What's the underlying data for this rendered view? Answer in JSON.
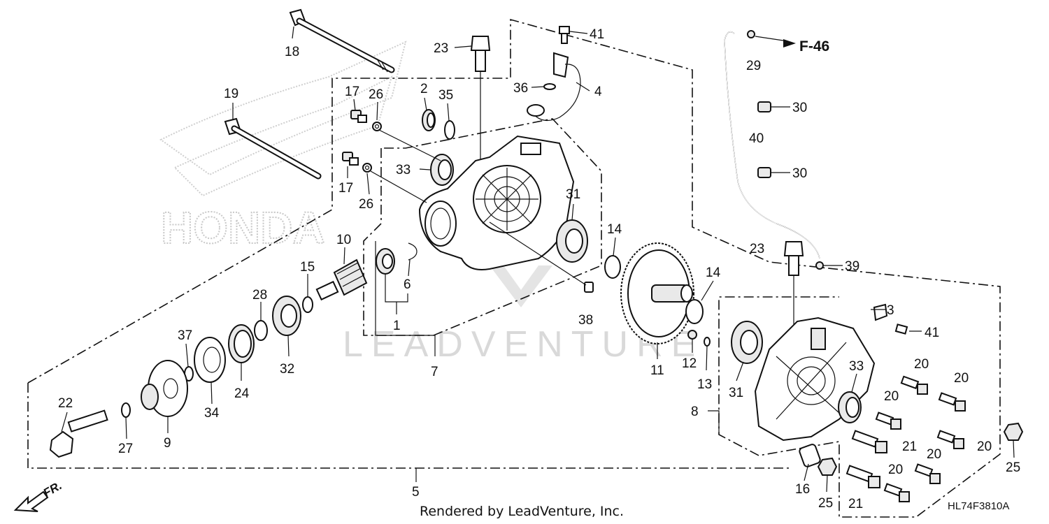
{
  "parts": {
    "p1": "1",
    "p2": "2",
    "p3": "3",
    "p4": "4",
    "p5": "5",
    "p6": "6",
    "p7": "7",
    "p8": "8",
    "p9": "9",
    "p10": "10",
    "p11": "11",
    "p12": "12",
    "p13": "13",
    "p14": "14",
    "p15": "15",
    "p16": "16",
    "p17": "17",
    "p18": "18",
    "p19": "19",
    "p20": "20",
    "p21": "21",
    "p22": "22",
    "p23": "23",
    "p24": "24",
    "p25": "25",
    "p26": "26",
    "p27": "27",
    "p28": "28",
    "p29": "29",
    "p30": "30",
    "p31": "31",
    "p32": "32",
    "p33": "33",
    "p34": "34",
    "p35": "35",
    "p36": "36",
    "p37": "37",
    "p38": "38",
    "p39": "39",
    "p40": "40",
    "p41": "41"
  },
  "reference": "F-46",
  "direction": "FR.",
  "credit": "Rendered by LeadVenture, Inc.",
  "diagram_code": "HL74F3810A",
  "watermark": "LEADVENTURE",
  "brand_logo": "HONDA"
}
